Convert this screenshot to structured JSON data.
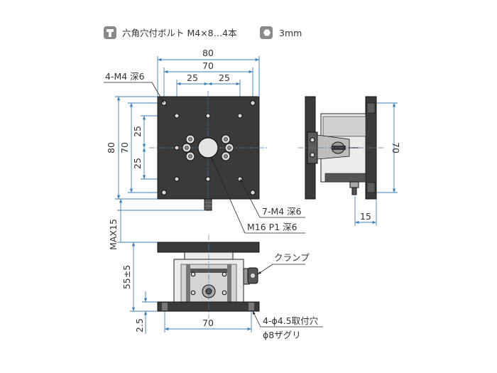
{
  "legend": {
    "bolt_label": "六角穴付ボルト M4×8…4本",
    "wrench_label": "3mm"
  },
  "top_view": {
    "dim_80_h": "80",
    "dim_70_h": "70",
    "dim_25_left": "25",
    "dim_25_right": "25",
    "dim_80_v": "80",
    "dim_70_v": "70",
    "dim_25_upper": "25",
    "dim_25_lower": "25",
    "callout_corner_tap": "4-M4 深6",
    "callout_tap7": "7-M4 深6",
    "callout_center_tap": "M16 P1 深6"
  },
  "side_view": {
    "dim_70_v": "70",
    "dim_15": "15"
  },
  "front_view": {
    "dim_max15": "MAX15",
    "dim_height": "55±5",
    "dim_base": "2.5",
    "dim_70_h": "70",
    "callout_clamp": "クランプ",
    "callout_mount_hole": "4-ϕ4.5取付穴",
    "callout_counterbore": "ϕ8ザグリ"
  },
  "colors": {
    "dimension": "#3d7fb8",
    "plate": "#3a3a3a",
    "outline": "#222222"
  },
  "icons": [
    "hex-socket-bolt-icon",
    "hex-wrench-icon"
  ]
}
